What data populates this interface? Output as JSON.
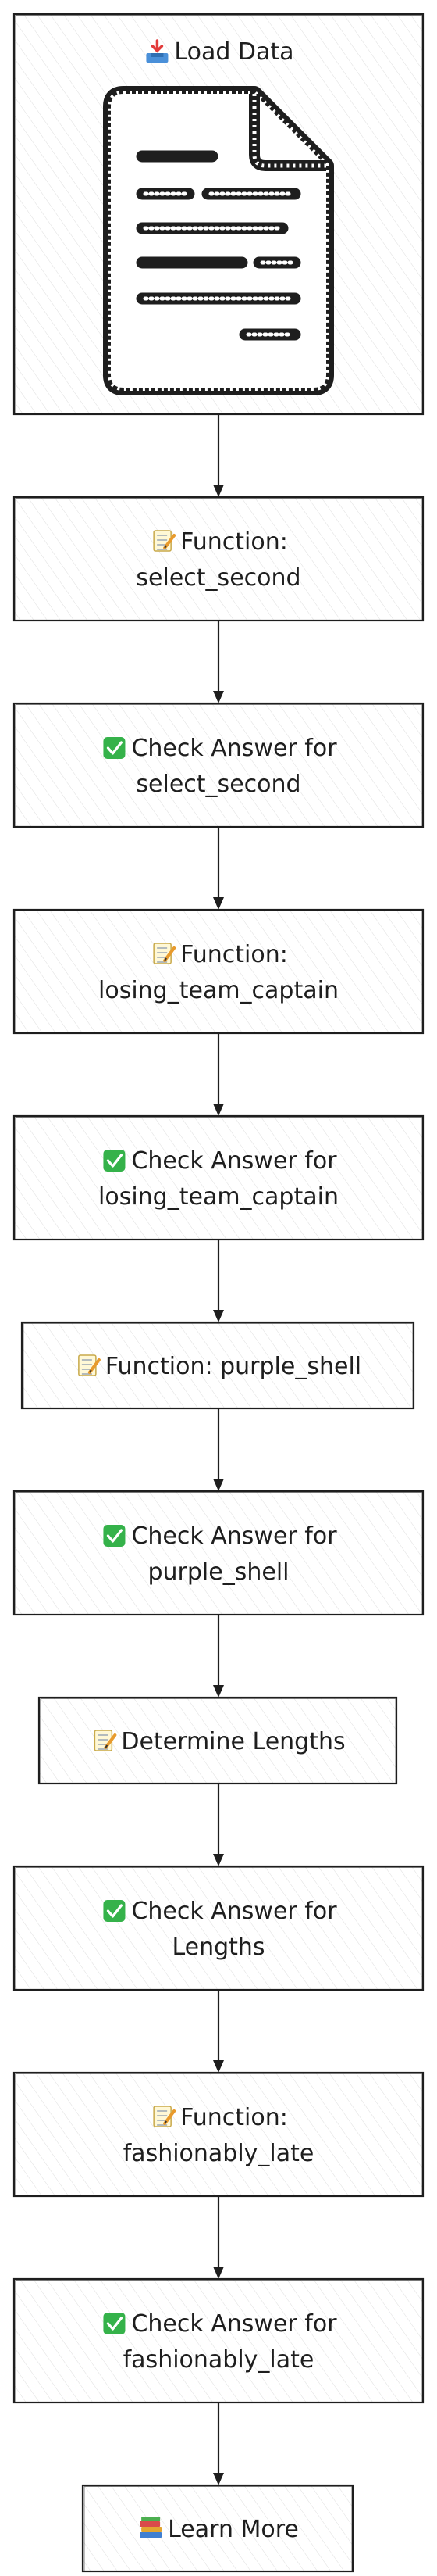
{
  "diagram": {
    "type": "flowchart",
    "direction": "top-to-bottom",
    "nodes": [
      {
        "id": "load_data",
        "icon": "inbox-tray-icon",
        "lines": [
          "Load Data"
        ]
      },
      {
        "id": "fn_select_second",
        "icon": "memo-icon",
        "lines": [
          "Function:",
          "select_second"
        ]
      },
      {
        "id": "check_select_second",
        "icon": "check-mark-button-icon",
        "lines": [
          "Check Answer for",
          "select_second"
        ]
      },
      {
        "id": "fn_losing_team_captain",
        "icon": "memo-icon",
        "lines": [
          "Function:",
          "losing_team_captain"
        ]
      },
      {
        "id": "check_losing_team_captain",
        "icon": "check-mark-button-icon",
        "lines": [
          "Check Answer for",
          "losing_team_captain"
        ]
      },
      {
        "id": "fn_purple_shell",
        "icon": "memo-icon",
        "lines": [
          "Function: purple_shell"
        ]
      },
      {
        "id": "check_purple_shell",
        "icon": "check-mark-button-icon",
        "lines": [
          "Check Answer for",
          "purple_shell"
        ]
      },
      {
        "id": "determine_lengths",
        "icon": "memo-icon",
        "lines": [
          "Determine Lengths"
        ]
      },
      {
        "id": "check_lengths",
        "icon": "check-mark-button-icon",
        "lines": [
          "Check Answer for",
          "Lengths"
        ]
      },
      {
        "id": "fn_fashionably_late",
        "icon": "memo-icon",
        "lines": [
          "Function:",
          "fashionably_late"
        ]
      },
      {
        "id": "check_fashionably_late",
        "icon": "check-mark-button-icon",
        "lines": [
          "Check Answer for",
          "fashionably_late"
        ]
      },
      {
        "id": "learn_more",
        "icon": "books-icon",
        "lines": [
          "Learn More"
        ]
      }
    ],
    "edges": [
      [
        "load_data",
        "fn_select_second"
      ],
      [
        "fn_select_second",
        "check_select_second"
      ],
      [
        "check_select_second",
        "fn_losing_team_captain"
      ],
      [
        "fn_losing_team_captain",
        "check_losing_team_captain"
      ],
      [
        "check_losing_team_captain",
        "fn_purple_shell"
      ],
      [
        "fn_purple_shell",
        "check_purple_shell"
      ],
      [
        "check_purple_shell",
        "determine_lengths"
      ],
      [
        "determine_lengths",
        "check_lengths"
      ],
      [
        "check_lengths",
        "fn_fashionably_late"
      ],
      [
        "fn_fashionably_late",
        "check_fashionably_late"
      ],
      [
        "check_fashionably_late",
        "learn_more"
      ]
    ],
    "load_data_image": "document-icon"
  }
}
